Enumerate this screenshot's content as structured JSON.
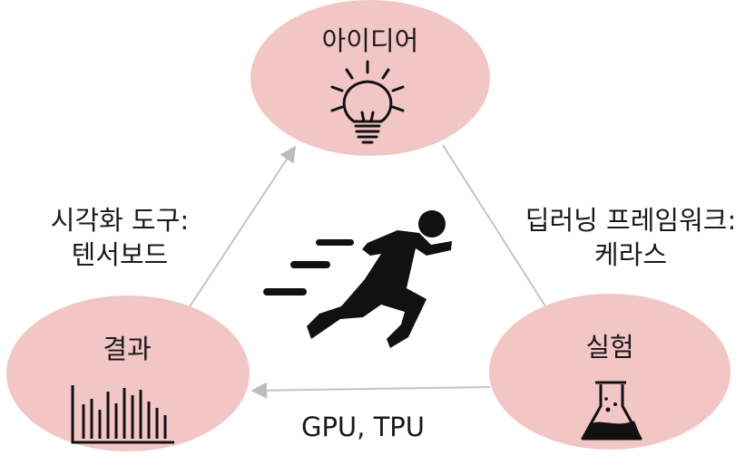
{
  "nodes": {
    "idea": {
      "label": "아이디어",
      "icon": "lightbulb-icon"
    },
    "experiment": {
      "label": "실험",
      "icon": "flask-icon"
    },
    "result": {
      "label": "결과",
      "icon": "bar-chart-icon"
    }
  },
  "edges": {
    "visualization": {
      "line1": "시각화 도구:",
      "line2": "텐서보드"
    },
    "framework": {
      "line1": "딥러닝 프레임워크:",
      "line2": "케라스"
    },
    "hardware": {
      "label": "GPU, TPU"
    }
  },
  "center_icon": "running-person-icon",
  "colors": {
    "node_fill": "#f3c6c6",
    "arrow": "#c4c4c4",
    "ink": "#111111"
  }
}
